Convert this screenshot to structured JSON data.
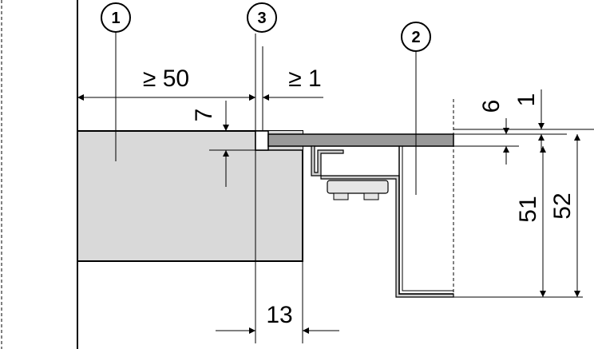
{
  "callouts": {
    "c1": "1",
    "c2": "2",
    "c3": "3"
  },
  "dimensions": {
    "d_ge50": "≥ 50",
    "d_ge1": "≥ 1",
    "d_7": "7",
    "d_6": "6",
    "d_1": "1",
    "d_51": "51",
    "d_52": "52",
    "d_13": "13"
  },
  "colors": {
    "line": "#000000",
    "wall_fill": "#ffffff",
    "cabinet_fill": "#d9d9d9",
    "plate_fill": "#999999",
    "bracket_fill": "#cfcfcf"
  }
}
